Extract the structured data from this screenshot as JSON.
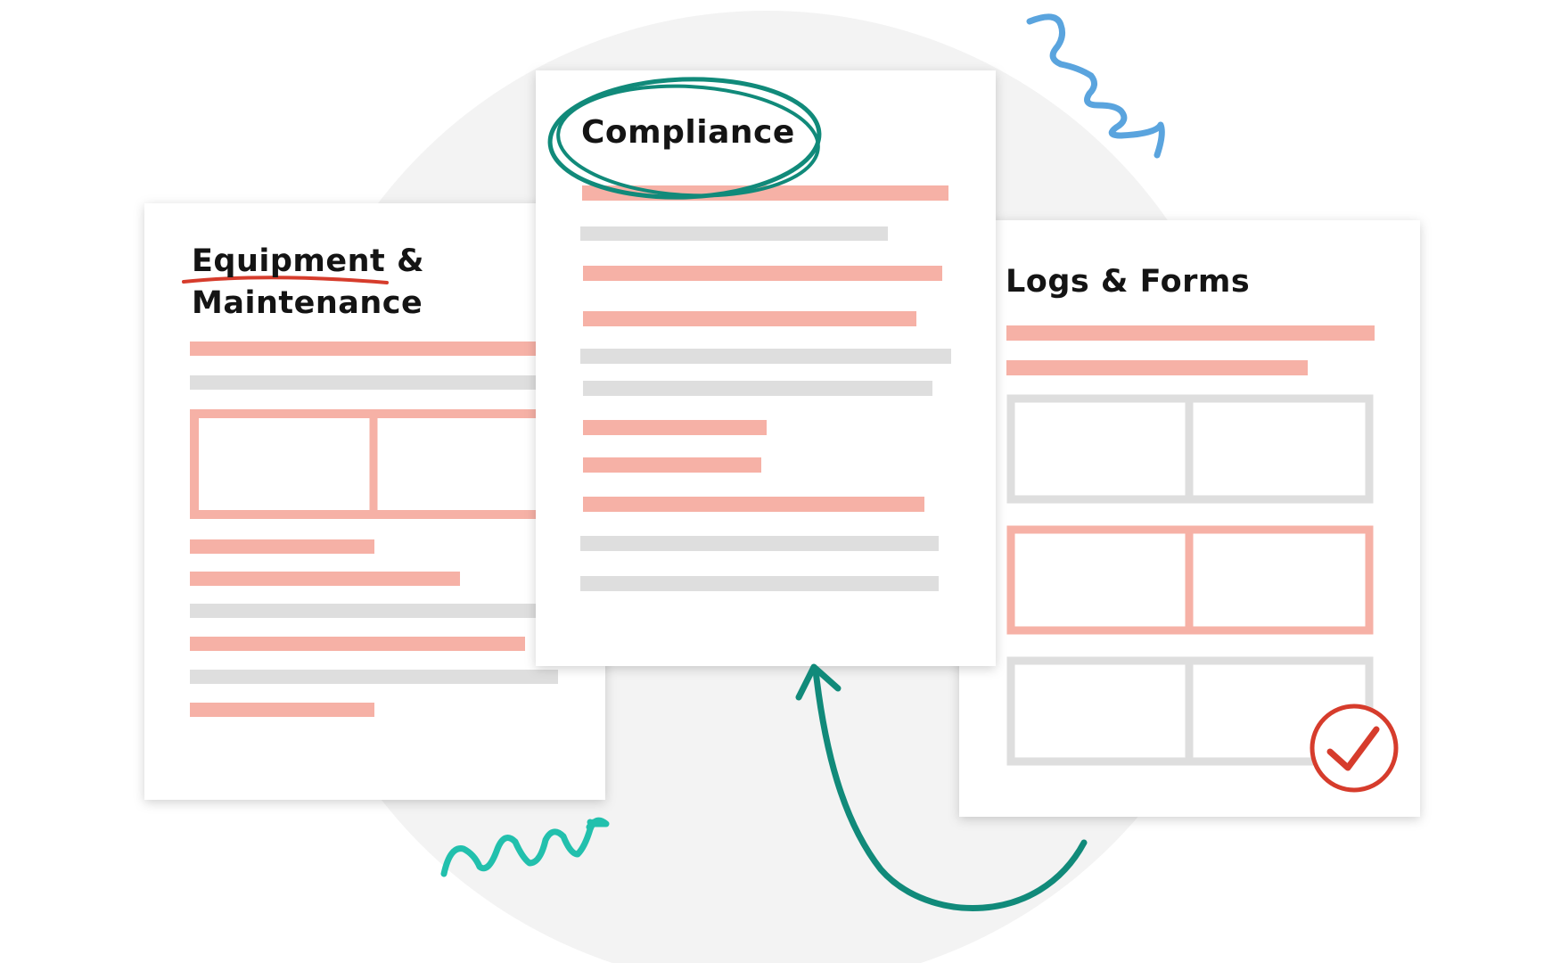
{
  "documents": {
    "equipment": {
      "title_line1": "Equipment &",
      "title_line2": "Maintenance"
    },
    "compliance": {
      "title": "Compliance"
    },
    "logs_forms": {
      "title": "Logs & Forms"
    }
  },
  "colors": {
    "paper": "#ffffff",
    "backdrop_circle": "#f3f3f3",
    "salmon_bar": "#f6b1a6",
    "grey_bar": "#dedede",
    "teal": "#118a7a",
    "mint_zigzag": "#22c0ad",
    "blue_zigzag": "#5aa4de",
    "red_accent": "#d63c2c",
    "title_text": "#141414"
  },
  "icons": {
    "check": "check-circle-icon",
    "arrow": "curved-arrow-icon",
    "zigzag_blue": "zigzag-doodle-icon",
    "zigzag_mint": "zigzag-doodle-icon"
  }
}
